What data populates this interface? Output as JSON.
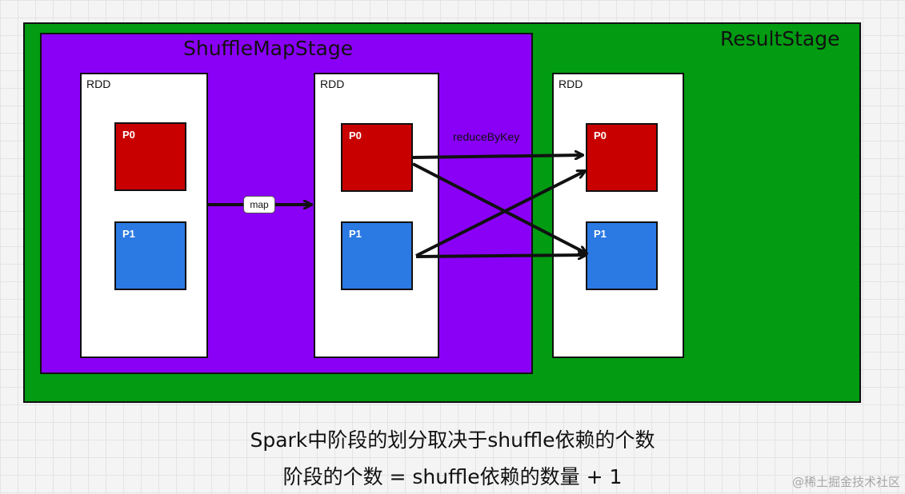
{
  "stages": {
    "result": "ResultStage",
    "shuffle_map": "ShuffleMapStage"
  },
  "rdds": [
    {
      "label": "RDD",
      "partitions": [
        {
          "label": "P0",
          "color": "#c80000"
        },
        {
          "label": "P1",
          "color": "#2b79e2"
        }
      ]
    },
    {
      "label": "RDD",
      "partitions": [
        {
          "label": "P0",
          "color": "#c80000"
        },
        {
          "label": "P1",
          "color": "#2b79e2"
        }
      ]
    },
    {
      "label": "RDD",
      "partitions": [
        {
          "label": "P0",
          "color": "#c80000"
        },
        {
          "label": "P1",
          "color": "#2b79e2"
        }
      ]
    }
  ],
  "edges": {
    "map": "map",
    "reduce_by_key": "reduceByKey"
  },
  "captions": {
    "line1": "Spark中阶段的划分取决于shuffle依赖的个数",
    "line2": "阶段的个数 = shuffle依赖的数量 + 1"
  },
  "watermark": "@稀土掘金技术社区",
  "colors": {
    "result_stage": "#029b12",
    "shuffle_map_stage": "#8a00f7",
    "partition_red": "#c80000",
    "partition_blue": "#2b79e2"
  }
}
